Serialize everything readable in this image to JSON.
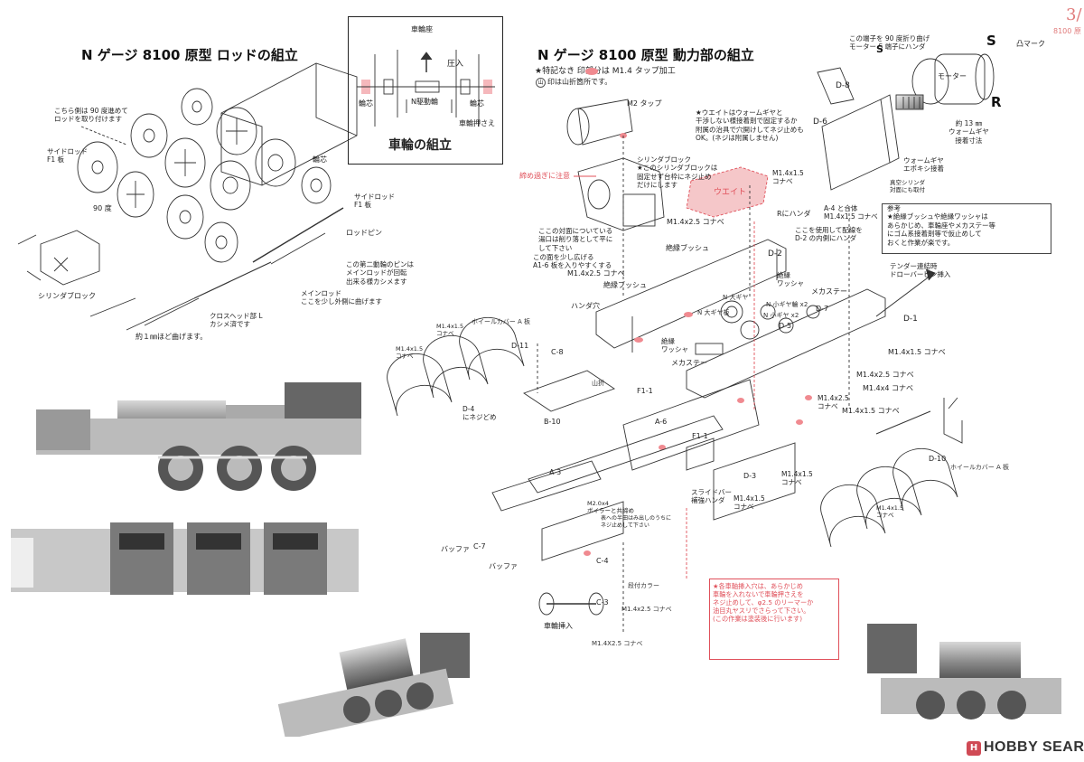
{
  "page": {
    "number": "3/",
    "subtitle": "8100 原"
  },
  "titles": {
    "rod": "N ゲージ 8100 原型 ロッドの組立",
    "power": "N ゲージ 8100 原型 動力部の組立",
    "wheel_box": "車輪の組立"
  },
  "legend": {
    "line1": "★特記なき    印部分は M1.4 タップ加工",
    "line2": "印は山折箇所です。",
    "line2_mark": "山"
  },
  "wheel_box": {
    "top": "車輪座",
    "press": "圧入",
    "axle_left": "輪芯",
    "axle_center": "N駆動輪",
    "axle_right": "輪芯",
    "wheel_hold": "車輪押さえ"
  },
  "rod_labels": {
    "note90": "こちら側は 90 度進めて\nロッドを取り付けます",
    "side_rod_f1": "サイドロッド\nF1 板",
    "deg90": "90 度",
    "rinshin": "輪芯",
    "side_rod_f1b": "サイドロッド\nF1 板",
    "rod_pin": "ロッドピン",
    "pin_note": "この第二動輪のピンは\nメインロッドが回転\n出来る様カシメます",
    "main_rod": "メインロッド\nここを少し外側に曲げます",
    "cylinder": "シリンダブロック",
    "crosshead": "クロスヘッド部 L\nカシメ済です",
    "bend1mm": "約１㎜ほど曲げます。"
  },
  "power_labels": {
    "m2tap": "M2 タップ",
    "weight_note": "★ウエイトはウォームギヤと\n干渉しない様接着剤で固定するか\n附属の治具で穴開けしてネジ止めも\nOK。(ネジは附属しません)",
    "caution": "締め過ぎに注意",
    "cyl_block": "シリンダブロック\n★このシリンダブロックは\n固定せず台枠にネジ止め\nだけにします",
    "weight": "ウエイト",
    "face_note": "ここの対面についている\n湯口は削り落として平に\nして下さい",
    "hole_note": "この面を少し広げる\nA1-6 板を入りやすくする",
    "m14_25a": "M1.4x2.5 コナベ",
    "insul_bush": "絶縁ブッシュ",
    "r_solder": "Rにハンダ",
    "route_note": "ここを使用して配線を\nD-2 の内側にハンダ",
    "d2": "D-2",
    "m14_25b": "M1.4x2.5 コナベ",
    "insul_bush2": "絶縁ブッシュ",
    "solder_hole": "ハンダ穴",
    "n_big_gear": "N 大ギヤ",
    "n_big_gear2": "N 大ギヤ板",
    "n_small_gear": "N 小ギヤ輪 x2",
    "n_small_gear2": "N 小ギヤ x2",
    "d5": "D-5",
    "insul_washer": "絶縁\nワッシャ",
    "mecha_stay": "メカステー",
    "d7": "D-7",
    "d1": "D-1",
    "insul_washer2": "絶縁\nワッシャ",
    "mecha_stay2": "メカステー",
    "m14_15a": "M1.4x1.5 コナベ",
    "m14_25c": "M1.4x2.5 コナベ",
    "m14_4": "M1.4x4 コナベ",
    "m14_25d": "M1.4x2.5\nコナベ",
    "m14_15b": "M1.4x1.5 コナベ",
    "tender": "テンダー連結時\nドローバーピン挿入",
    "a4": "A-4 と合体\nM1.4x1.5 コナベ",
    "ref_note": "参考\n★絶縁ブッシュや絶縁ワッシャは\nあらかじめ、車輪座やメカステー等\nにゴム系接着剤等で仮止めして\nおくと作業が楽です。",
    "motor_term": "この端子を 90 度折り曲げ\nモーター S 端子にハンダ",
    "d8": "D-8",
    "d6": "D-6",
    "motor": "モーター",
    "convex": "凸マーク",
    "S": "S",
    "R": "R",
    "S2": "S",
    "dim13": "約 13 ㎜\nウォームギヤ\n接着寸法",
    "worm": "ウォームギヤ\nエポキシ接着",
    "vac": "真空シリンダ\n対面にも取付",
    "m14_15c": "M1.4x1.5\nコナベ",
    "c8": "C-8",
    "yamaori": "山折",
    "b10": "B-10",
    "d11": "D-11",
    "wheel_cover_a": "ホイールカバー A 板",
    "m14_15d": "M1.4x1.5\nコナベ",
    "m14_15e": "M1.4x1.5\nコナベ",
    "d4": "D-4\nにネジどめ",
    "f11": "F1-1",
    "a6": "A-6",
    "f11b": "F1-1",
    "a3": "A-3",
    "m20x4": "M2.0x4\nボイラーと共締め",
    "solder_note": "表への半田はみ出しのうちに\nネジ止めして下さい",
    "c7": "C-7",
    "buffer": "バッファ",
    "buffer2": "バッファ",
    "c4": "C-4",
    "wheel_collar": "段付カラー",
    "c3": "C-3",
    "wheel_insert": "車輪挿入",
    "m14_25e": "M1.4x2.5 コナベ",
    "m14_25f": "M1.4X2.5 コナベ",
    "d3": "D-3",
    "slide_bar": "スライドバー\n補強ハンダ",
    "m14_15f": "M1.4x1.5\nコナベ",
    "m14_15g": "M1.4x1.5\nコナベ",
    "d10": "D-10",
    "wheel_cover_a2": "ホイールカバー A 板",
    "m14_15h": "M1.4x1.5\nコナベ",
    "red_note": "★各車軸挿入穴は、あらかじめ\n車輪を入れないで車輪押さえを\nネジ止めして、φ2.5 のリーマーか\n油目丸ヤスリでさらって下さい。\n(この作業は塗装後に行います)"
  },
  "watermark": {
    "brand": "HOBBY SEARCH"
  },
  "colors": {
    "accent_red": "#e0505a",
    "line": "#333333",
    "metal": "#9a9a9a"
  }
}
